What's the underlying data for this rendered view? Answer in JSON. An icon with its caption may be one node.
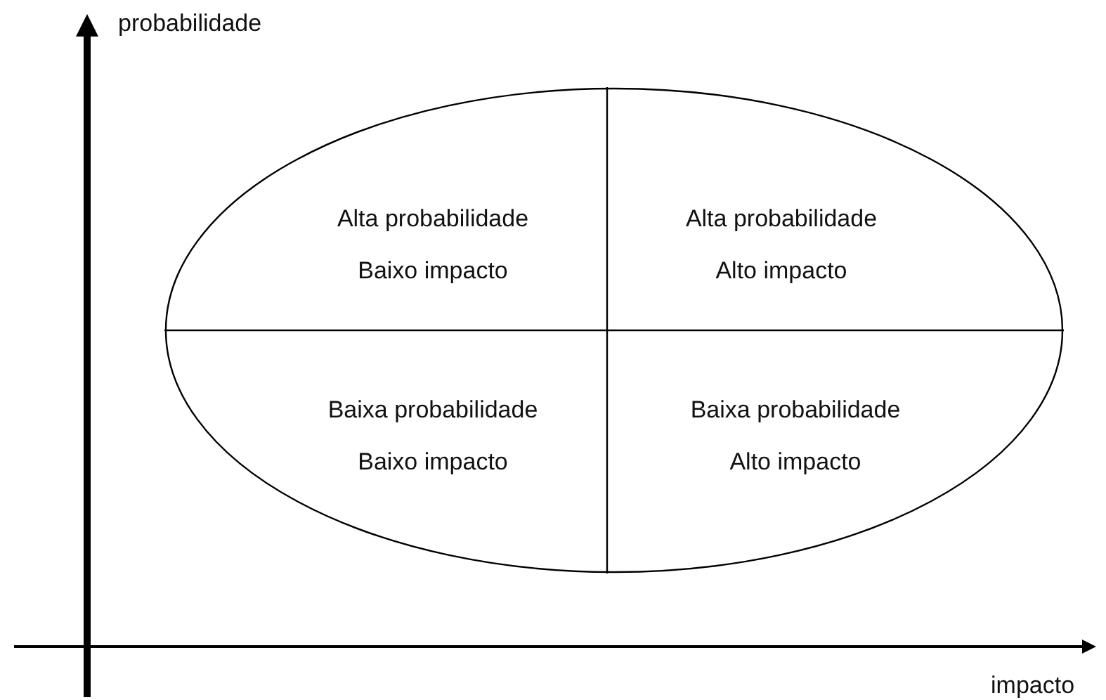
{
  "diagram": {
    "nodes": [
      {
        "text": [],
        "shape": "ellipse"
      },
      {
        "text": [
          "Alta probabilidade",
          "Baixo impacto"
        ],
        "in": 0
      },
      {
        "text": [
          "Alta probabilidade",
          "Alto impacto"
        ],
        "in": 0
      },
      {
        "text": [
          "Baixa probabilidade",
          "Baixo impacto"
        ],
        "in": 0
      },
      {
        "text": [
          "Baixa probabilidade",
          "Alto impacto"
        ],
        "in": 0
      }
    ],
    "edges": [],
    "labels": [
      "probabilidade",
      "impacto"
    ]
  }
}
